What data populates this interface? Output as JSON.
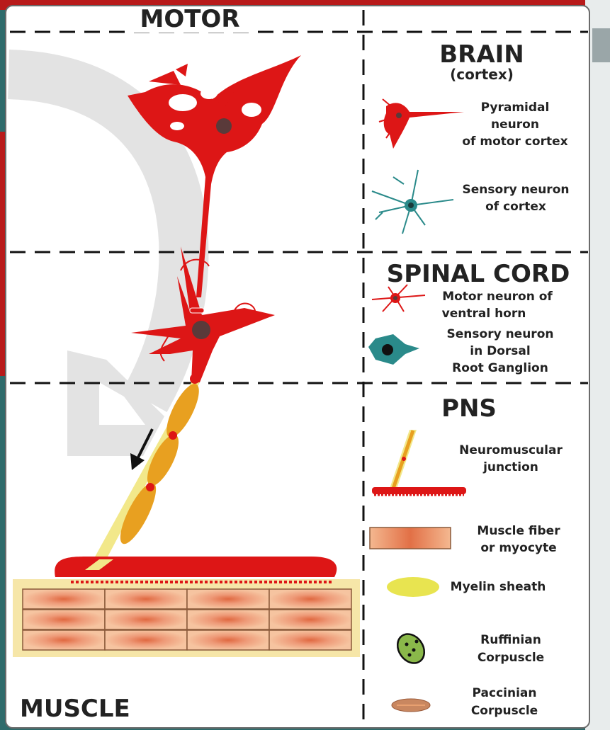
{
  "sections": {
    "motor": "MOTOR",
    "brain": "BRAIN",
    "brain_sub": "(cortex)",
    "spinal_cord": "SPINAL CORD",
    "pns": "PNS",
    "muscle": "MUSCLE"
  },
  "legend": {
    "pyramidal": [
      "Pyramidal",
      "neuron",
      "of motor cortex"
    ],
    "sensory_cortex": [
      "Sensory neuron",
      "of cortex"
    ],
    "motor_ventral": [
      "Motor neuron of",
      "ventral horn"
    ],
    "sensory_drg": [
      "Sensory neuron",
      "in Dorsal",
      "Root Ganglion"
    ],
    "nmj": [
      "Neuromuscular",
      "junction"
    ],
    "muscle_fiber": [
      "Muscle fiber",
      "or myocyte"
    ],
    "myelin": [
      "Myelin sheath"
    ],
    "ruffinian": [
      "Ruffinian",
      "Corpuscle"
    ],
    "paccinian": [
      "Paccinian",
      "Corpuscle"
    ]
  },
  "colors": {
    "neuron_red": "#dd1616",
    "sensory_teal": "#2a8a8a",
    "myelin_yellow": "#f2e88a",
    "axon_orange": "#e8a020",
    "muscle_peach": "#f0b08a",
    "muscle_red": "#e06840",
    "frame_left": "#2f6b6b",
    "frame_red": "#b81a1a",
    "arrow_gray": "#e2e2e2"
  }
}
